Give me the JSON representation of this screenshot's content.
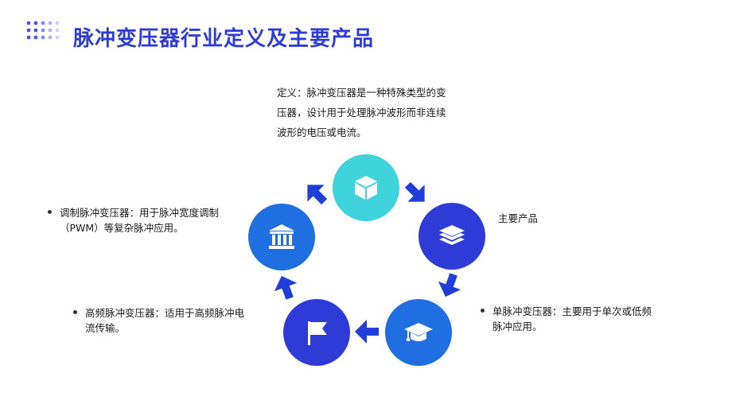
{
  "title": "脉冲变压器行业定义及主要产品",
  "definition": {
    "line1": "定义：脉冲变压器是一种特殊类型的变",
    "line2": "压器，设计用于处理脉冲波形而非连续",
    "line3": "波形的电压或电流。"
  },
  "main_products": "主要产品",
  "items": {
    "single_line1": "单脉冲变压器：主要用于单次或低频",
    "single_line2": "脉冲应用。",
    "highfreq_line1": "高频脉冲变压器：适用于高频脉冲电",
    "highfreq_line2": "流传输。",
    "pwm_line1": "调制脉冲变压器：用于脉冲宽度调制",
    "pwm_line2": "（PWM）等复杂脉冲应用。"
  },
  "icons": [
    "cube-icon",
    "layers-icon",
    "graduation-cap-icon",
    "flag-icon",
    "bank-icon"
  ],
  "colors": {
    "accent": "#2f3bd6",
    "cyan": "#3fd4dc",
    "blue_dark": "#2f3bd6",
    "blue_mid": "#1f6fe0",
    "arrow": "#1f3fd8"
  }
}
